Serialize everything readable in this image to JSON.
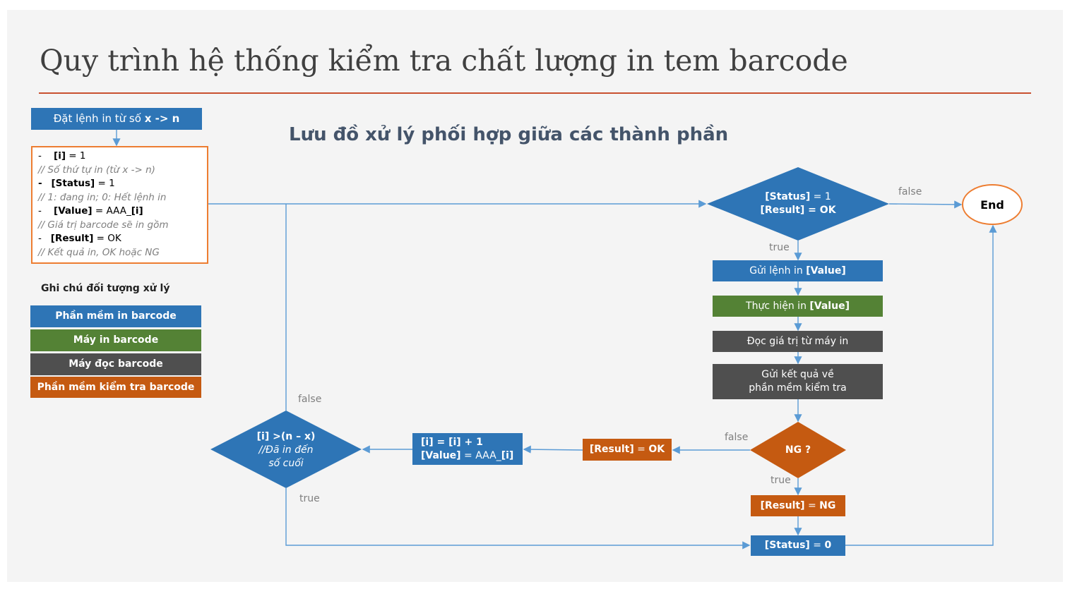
{
  "title": "Quy trình hệ thống kiểm tra chất lượng in tem barcode",
  "subtitle": "Lưu đồ xử lý phối hợp giữa các thành phần",
  "start_box": {
    "prefix": "Đặt lệnh in từ số ",
    "bold": "x -> n"
  },
  "init": [
    {
      "dash": "-",
      "var": "[i]",
      "rest": " = 1",
      "comment": "//  Số thứ tự in (từ x -> n)"
    },
    {
      "dash": "-",
      "var": "[Status]",
      "rest": " = 1",
      "comment": "// 1: đang in; 0: Hết lệnh in"
    },
    {
      "dash": "-",
      "var": "[Value]",
      "rest": " = AAA_",
      "rest_bold": "[i]",
      "comment": "// Giá trị barcode sẽ in gồm"
    },
    {
      "dash": "-",
      "var": "[Result]",
      "rest": " = OK",
      "comment": "// Kết quả in, OK hoặc NG"
    }
  ],
  "legend": {
    "title": "Ghi chú đối tượng xử lý",
    "items": [
      {
        "label": "Phần mềm in barcode",
        "color": "#2e75b6"
      },
      {
        "label": "Máy in barcode",
        "color": "#548235"
      },
      {
        "label": "Máy đọc barcode",
        "color": "#4f4f4f"
      },
      {
        "label": "Phần mềm kiểm tra barcode",
        "color": "#c55a11"
      }
    ]
  },
  "flow": {
    "decision_status": {
      "line1_var": "[Status]",
      "line1_rest": " = 1",
      "line2_var": "[Result]",
      "line2_rest": " = OK"
    },
    "end": "End",
    "send_print": {
      "prefix": "Gửi lệnh in ",
      "bold": "[Value]"
    },
    "do_print": {
      "prefix": "Thực hiện in ",
      "bold": "[Value]"
    },
    "read_value": "Đọc giá trị từ máy in",
    "send_result": {
      "line1": "Gửi kết quả về",
      "line2": "phần mềm kiểm tra"
    },
    "decision_ng": "NG ?",
    "result_ng": {
      "var": "[Result]",
      "rest": " = ",
      "val": "NG"
    },
    "status_zero": {
      "var": "[Status]",
      "rest": " = ",
      "val": "0"
    },
    "result_ok": {
      "var": "[Result]",
      "rest": " = ",
      "val": "OK"
    },
    "increment": {
      "line1": "[i] = [i] + 1",
      "line2_var": "[Value]",
      "line2_rest": " = AAA_",
      "line2_bold": "[i]"
    },
    "decision_last": {
      "line1": "[i] >(n – x)",
      "line2": "//Đã in đến",
      "line3": "số cuối"
    },
    "labels": {
      "false_end": "false",
      "true_status": "true",
      "false_ng": "false",
      "true_ng": "true",
      "false_last": "false",
      "true_last": "true"
    }
  },
  "colors": {
    "blue": "#2e75b6",
    "green": "#548235",
    "dark": "#4f4f4f",
    "orange": "#c55a11",
    "line": "#5b9bd5"
  }
}
